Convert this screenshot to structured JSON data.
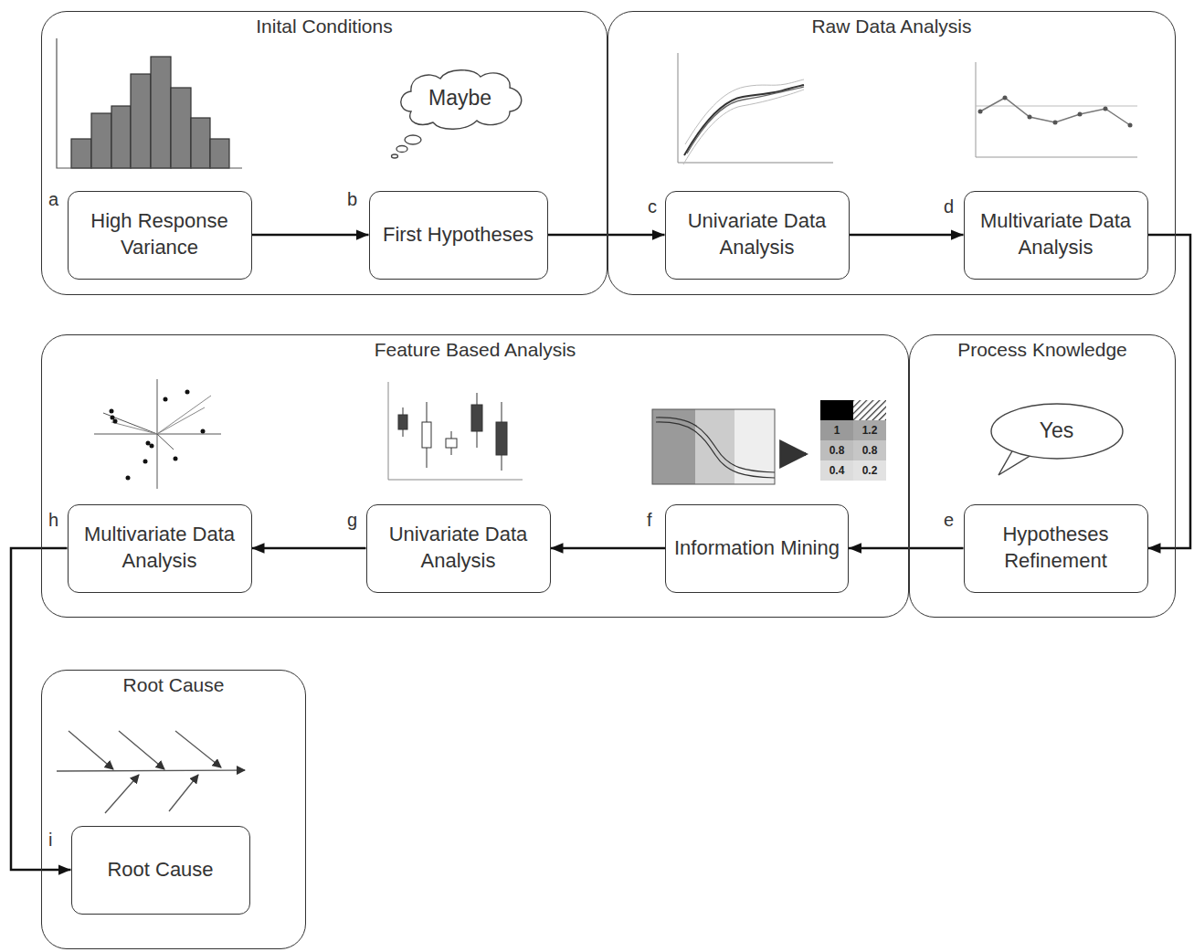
{
  "diagram": {
    "nodes": [
      {
        "text": [
          "Inital Conditions"
        ]
      },
      {
        "text": [
          "High Response Variance"
        ],
        "in": 0
      },
      {
        "text": [
          "Maybe"
        ],
        "in": 0
      },
      {
        "text": [
          "First Hypotheses"
        ],
        "in": 0
      },
      {
        "text": [
          "Raw Data Analysis"
        ]
      },
      {
        "text": [
          "Univariate Data Analysis"
        ],
        "in": 4
      },
      {
        "text": [
          "Multivariate Data Analysis"
        ],
        "in": 4
      },
      {
        "text": [
          "Feature Based Analysis"
        ]
      },
      {
        "text": [
          "Multivariate Data Analysis"
        ],
        "in": 7
      },
      {
        "text": [
          "Univariate Data Analysis"
        ],
        "in": 7
      },
      {
        "text": [
          "Information Mining"
        ],
        "in": 7
      },
      {
        "text": [
          "Process Knowledge"
        ]
      },
      {
        "text": [
          "Yes"
        ],
        "in": 11
      },
      {
        "text": [
          "Hypotheses Refinement"
        ],
        "in": 11
      },
      {
        "text": [
          "Root Cause"
        ]
      },
      {
        "text": [
          "Root Cause"
        ],
        "in": 14
      }
    ],
    "edges": [
      {
        "from": 1,
        "to": 3,
        "arrow": "to"
      },
      {
        "from": 3,
        "to": 5,
        "arrow": "to"
      },
      {
        "from": 5,
        "to": 6,
        "arrow": "to"
      },
      {
        "from": 6,
        "to": 13,
        "arrow": "to"
      },
      {
        "from": 13,
        "to": 10,
        "arrow": "to"
      },
      {
        "from": 10,
        "to": 9,
        "arrow": "to"
      },
      {
        "from": 9,
        "to": 8,
        "arrow": "to"
      },
      {
        "from": 8,
        "to": 15,
        "arrow": "to"
      }
    ],
    "labels": [
      "a",
      "b",
      "c",
      "d",
      "e",
      "f",
      "g",
      "h",
      "i",
      "1",
      "1.2",
      "0.8",
      "0.8",
      "0.4",
      "0.2"
    ]
  }
}
